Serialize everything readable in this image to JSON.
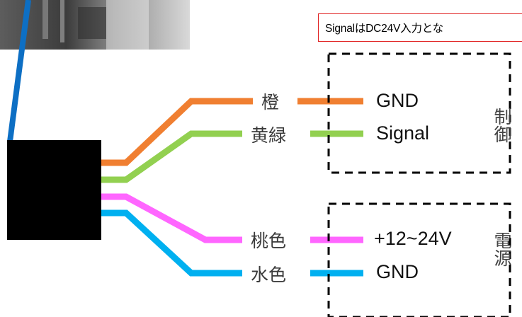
{
  "note": "SignalはDC24V入力とな",
  "colors": {
    "orange": "#f07f31",
    "green": "#92d050",
    "pink": "#ff66ff",
    "blue": "#00b0f0",
    "cable": "#0d6fc4",
    "connector": "#000000",
    "note_border": "#e02020"
  },
  "wires": [
    {
      "color_label": "橙",
      "signal": "GND"
    },
    {
      "color_label": "黄緑",
      "signal": "Signal"
    },
    {
      "color_label": "桃色",
      "signal": "+12~24V"
    },
    {
      "color_label": "水色",
      "signal": "GND"
    }
  ],
  "groups": {
    "control": "制御",
    "power": "電源"
  }
}
